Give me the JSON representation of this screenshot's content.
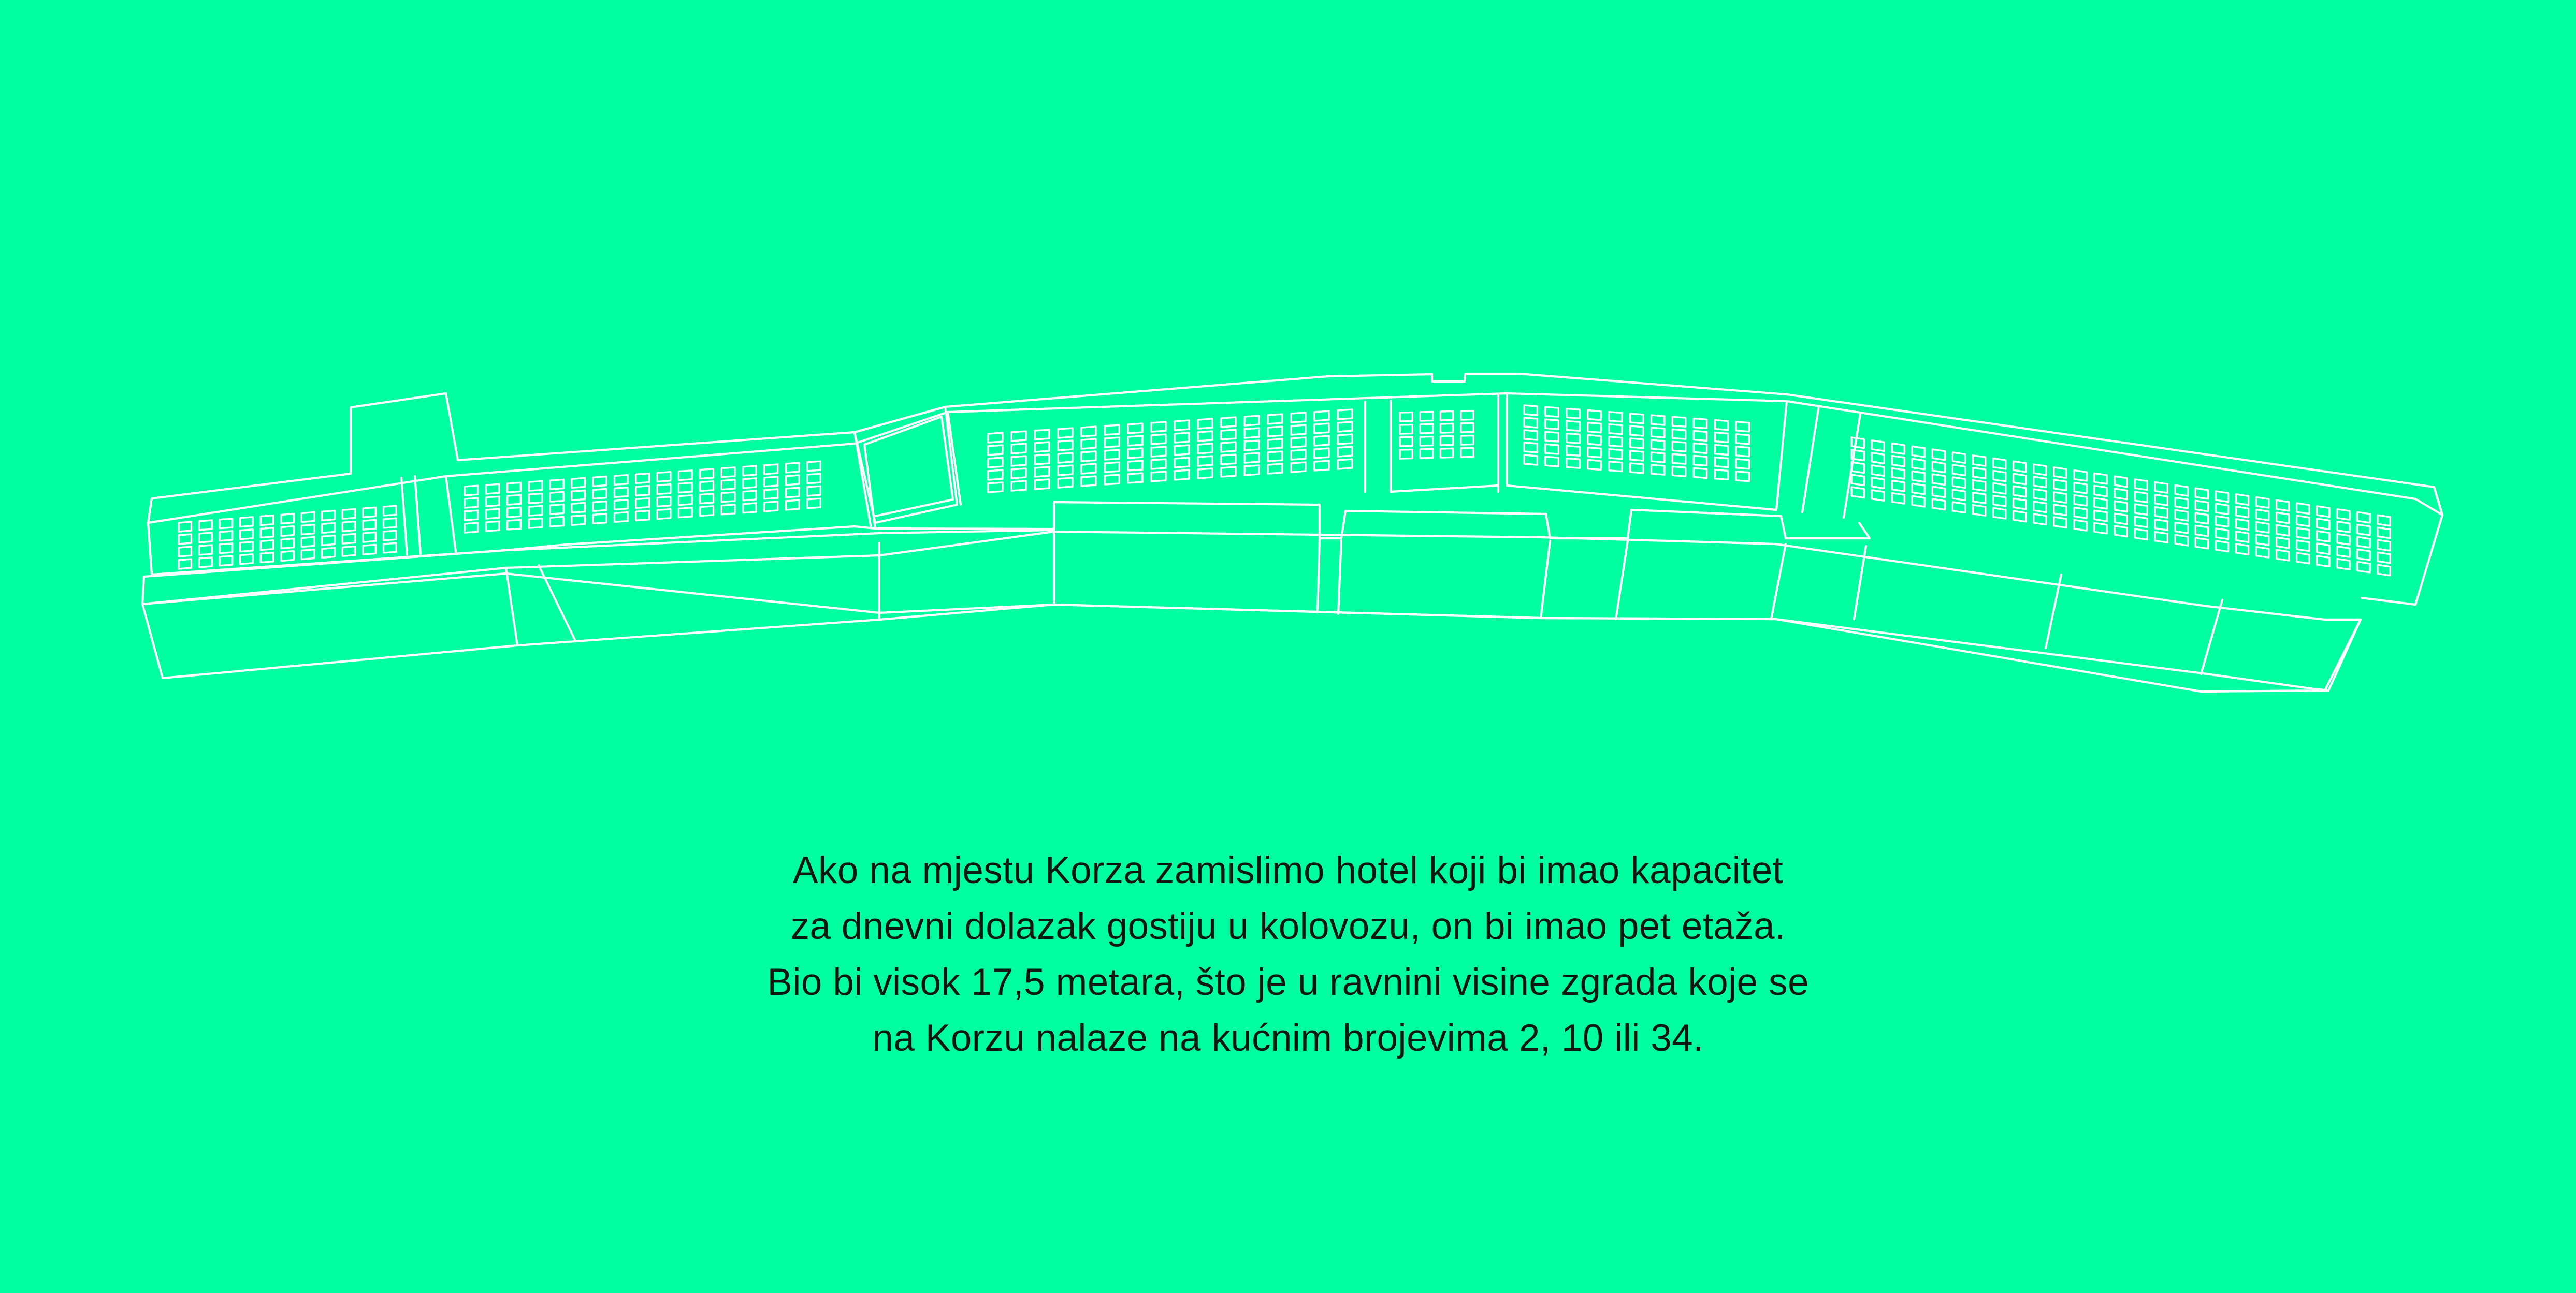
{
  "colors": {
    "background": "#00ffa1",
    "line": "#ffffff",
    "text": "#0d1a14"
  },
  "caption": {
    "lines": [
      "Ako na mjestu Korza zamislimo hotel koji bi imao kapacitet",
      "za dnevni dolazak gostiju u kolovozu, on bi imao pet etaža.",
      "Bio bi visok 17,5 metara, što je u ravnini visine zgrada koje se",
      "na Korzu nalaze na kućnim brojevima 2, 10 ili 34."
    ]
  }
}
